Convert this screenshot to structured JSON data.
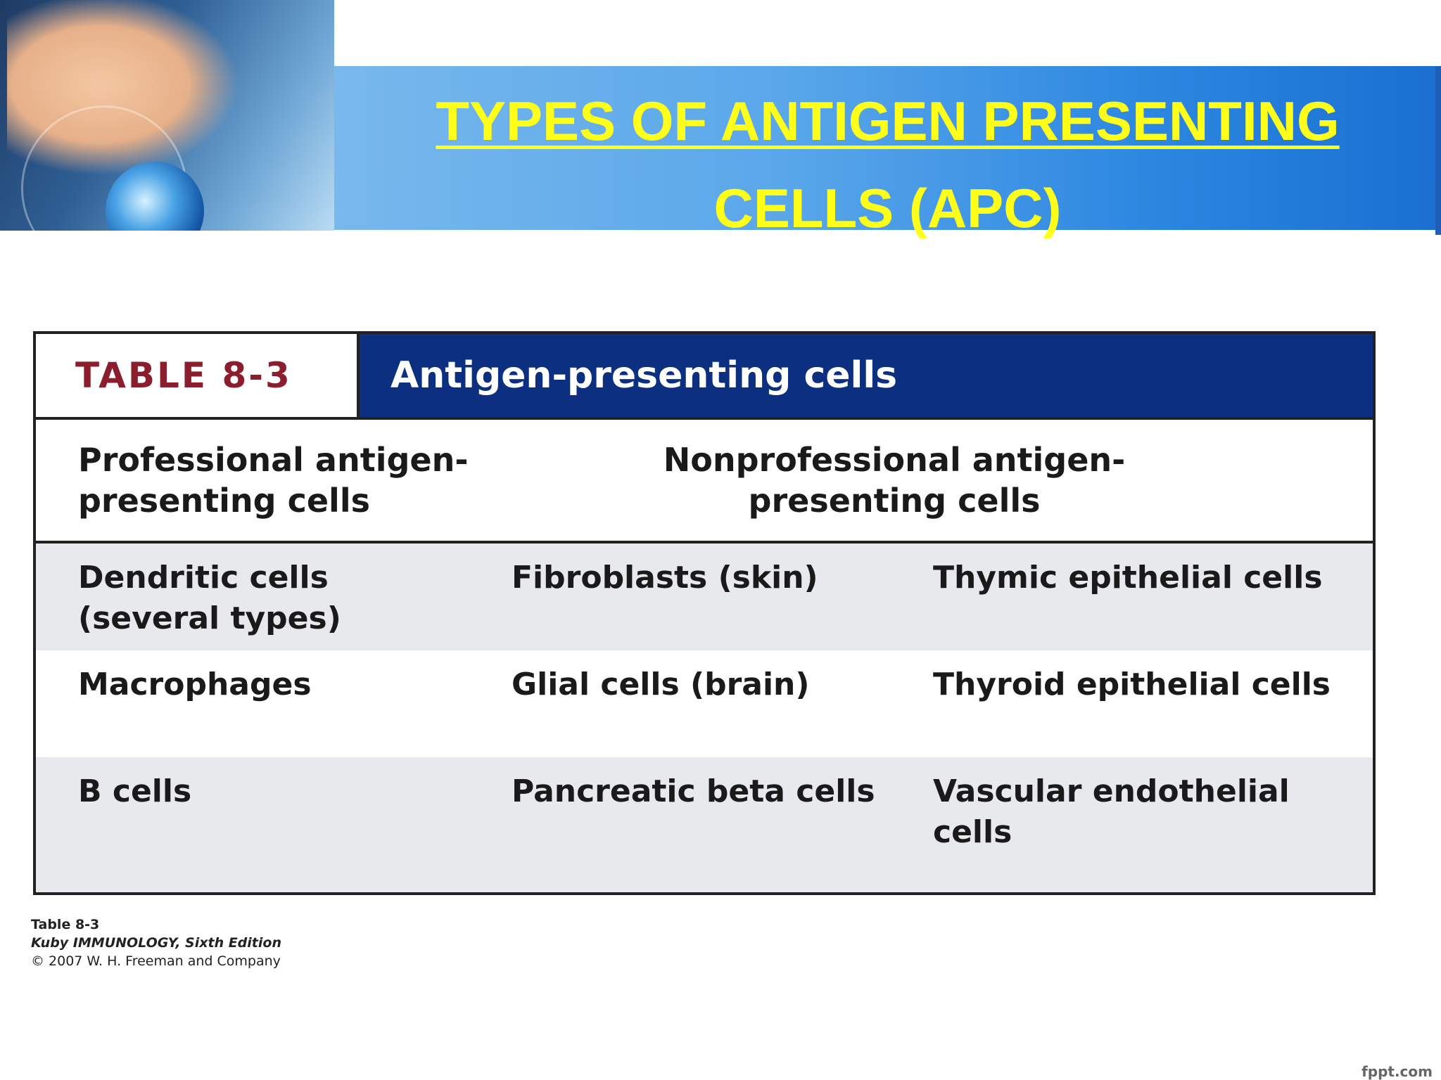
{
  "slide": {
    "title_line1": "TYPES OF ANTIGEN PRESENTING",
    "title_line2": "CELLS (APC)",
    "title_color": "#ffff1a",
    "band_color": "#2b86e0"
  },
  "table": {
    "number": "TABLE  8-3",
    "title": "Antigen-presenting  cells",
    "header_color": "#0d2f7f",
    "number_color": "#8b1e2d",
    "col_professional": "Professional antigen-presenting cells",
    "col_nonprofessional": "Nonprofessional antigen-presenting cells",
    "rows": [
      {
        "c1": "Dendritic cells (several types)",
        "c2": "Fibroblasts (skin)",
        "c3": "Thymic epithelial cells"
      },
      {
        "c1": "Macrophages",
        "c2": "Glial cells (brain)",
        "c3": "Thyroid epithelial cells"
      },
      {
        "c1": "B cells",
        "c2": "Pancreatic beta cells",
        "c3": "Vascular endothelial cells"
      }
    ]
  },
  "caption": {
    "line1": "Table 8-3",
    "line2": "Kuby IMMUNOLOGY, Sixth Edition",
    "line3": "© 2007 W. H. Freeman and Company"
  },
  "watermark": "fppt.com"
}
